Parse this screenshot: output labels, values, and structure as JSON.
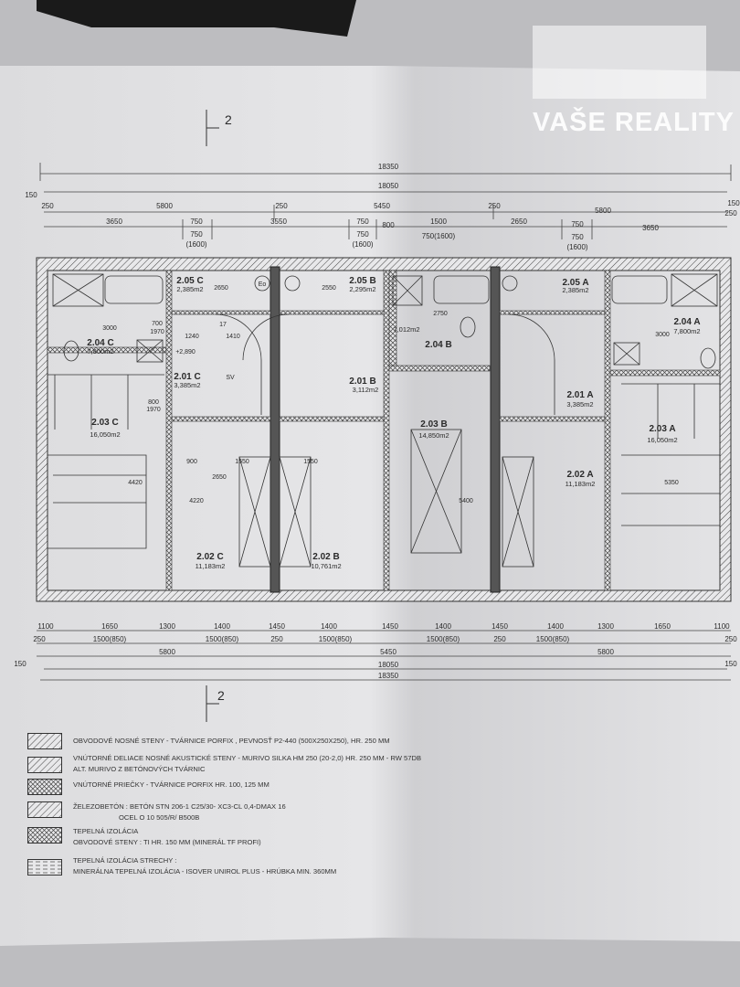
{
  "watermark": {
    "text": "VAŠE REALITY"
  },
  "section_marker": "2",
  "rooms": [
    {
      "name": "2.05 C",
      "area": "2,385m2"
    },
    {
      "name": "2.05 B",
      "area": "2,295m2"
    },
    {
      "name": "2.04 C",
      "area": "7,800m2"
    },
    {
      "name": "2.01 C",
      "area": "3,385m2"
    },
    {
      "name": "2.01 B",
      "area": "3,112m2"
    },
    {
      "name": "2.03 C",
      "area": "16,050m2"
    },
    {
      "name": "2.02 C",
      "area": "11,183m2"
    },
    {
      "name": "2.02 B",
      "area": "10,761m2"
    },
    {
      "name": "2.04 B",
      "area": "7,012m2"
    },
    {
      "name": "2.03 B",
      "area": "14,850m2"
    },
    {
      "name": "2.05 A",
      "area": "2,385m2"
    },
    {
      "name": "2.04 A",
      "area": "7,800m2"
    },
    {
      "name": "2.01 A",
      "area": "3,385m2"
    },
    {
      "name": "2.03 A",
      "area": "16,050m2"
    },
    {
      "name": "2.02 A",
      "area": "11,183m2"
    }
  ],
  "dims_top": {
    "total_outer": "18350",
    "total_inner": "18050",
    "offset": "150",
    "row3": [
      "250",
      "5800",
      "250",
      "5450",
      "250",
      "5800",
      "250"
    ],
    "row4": [
      "3650",
      "750",
      "3550",
      "750",
      "800",
      "1500",
      "2650",
      "750",
      "3650"
    ],
    "row5": [
      "750",
      "(1600)",
      "750",
      "(1600)",
      "750(1600)",
      "750",
      "(1600)"
    ]
  },
  "dims_bottom": {
    "row1": [
      "1100",
      "1650",
      "1300",
      "1400",
      "1450",
      "1400",
      "1450",
      "1400",
      "1450",
      "1400",
      "1300",
      "1650",
      "1100"
    ],
    "row2": [
      "250",
      "1500(850)",
      "1500(850)",
      "250",
      "1500(850)",
      "1500(850)",
      "250",
      "1500(850)",
      "250"
    ],
    "row3": [
      "5800",
      "5450",
      "5800"
    ],
    "total_inner": "18050",
    "total_outer": "18350",
    "offset": "150"
  },
  "inner_labels": [
    "3000",
    "2650",
    "2550",
    "2750",
    "3000",
    "700",
    "1970",
    "800",
    "1970",
    "1240",
    "1410",
    "+2,890",
    "SV",
    "17",
    "Eo",
    "4220",
    "5350",
    "5400",
    "4420",
    "1650",
    "1550",
    "900",
    "2650"
  ],
  "legend": [
    {
      "line1": "OBVODOVÉ NOSNÉ STENY - TVÁRNICE PORFIX , PEVNOSŤ P2-440 (500x250x250), HR. 250 mm",
      "line2": ""
    },
    {
      "line1": "VNÚTORNÉ DELIACE NOSNÉ AKUSTICKÉ STENY - MURIVO SILKA HM 250 (20-2,0) HR. 250 mm - Rw 57dB",
      "line2": "ALT. MURIVO Z BETÓNOVÝCH TVÁRNIC"
    },
    {
      "line1": "VNÚTORNÉ PRIEČKY - TVÁRNICE PORFIX hr. 100, 125 mm",
      "line2": ""
    },
    {
      "line1": "ŽELEZOBETÓN : BETÓN STN 206-1 C25/30- XC3-Cl 0,4-Dmax 16",
      "line2": "OCEL O 10 505/R/ B500B"
    },
    {
      "line1": "TEPELNÁ IZOLÁCIA",
      "line2": "OBVODOVÉ STENY : TI hr. 150 mm (MINERÁL TF PROFI)"
    },
    {
      "line1": "TEPELNÁ IZOLÁCIA STRECHY :",
      "line2": "MINERÁLNA TEPELNÁ IZOLÁCIA - ISOVER UNIROL PLUS - HRÚBKA MIN. 360mm"
    }
  ]
}
